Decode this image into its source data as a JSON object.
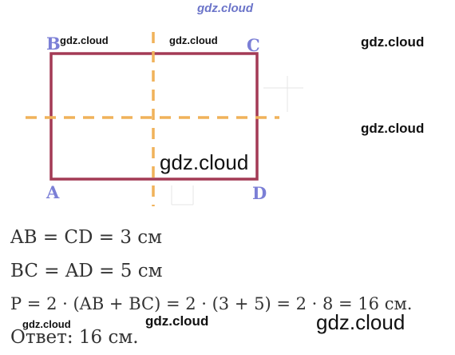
{
  "watermarks": {
    "top": "gdz.cloud",
    "near_b": "gdz.cloud",
    "near_c_inside": "gdz.cloud",
    "right_top": "gdz.cloud",
    "right_mid": "gdz.cloud",
    "center": "gdz.cloud",
    "bottom_left": "gdz.cloud",
    "bottom_mid": "gdz.cloud",
    "bottom_right": "gdz.cloud"
  },
  "vertices": {
    "A": "A",
    "B": "B",
    "C": "C",
    "D": "D"
  },
  "colors": {
    "rectangle": "#a33a55",
    "axis": "#f0b25a",
    "vertex_label": "#7b7fd6",
    "text": "#333333"
  },
  "equations": {
    "line1": "AB = CD = 3 см",
    "line2": "BC = AD = 5 см",
    "line3": "P = 2 · (AB + BC) = 2 · (3 + 5) = 2 · 8 = 16 см.",
    "answer": "Ответ: 16 см."
  }
}
